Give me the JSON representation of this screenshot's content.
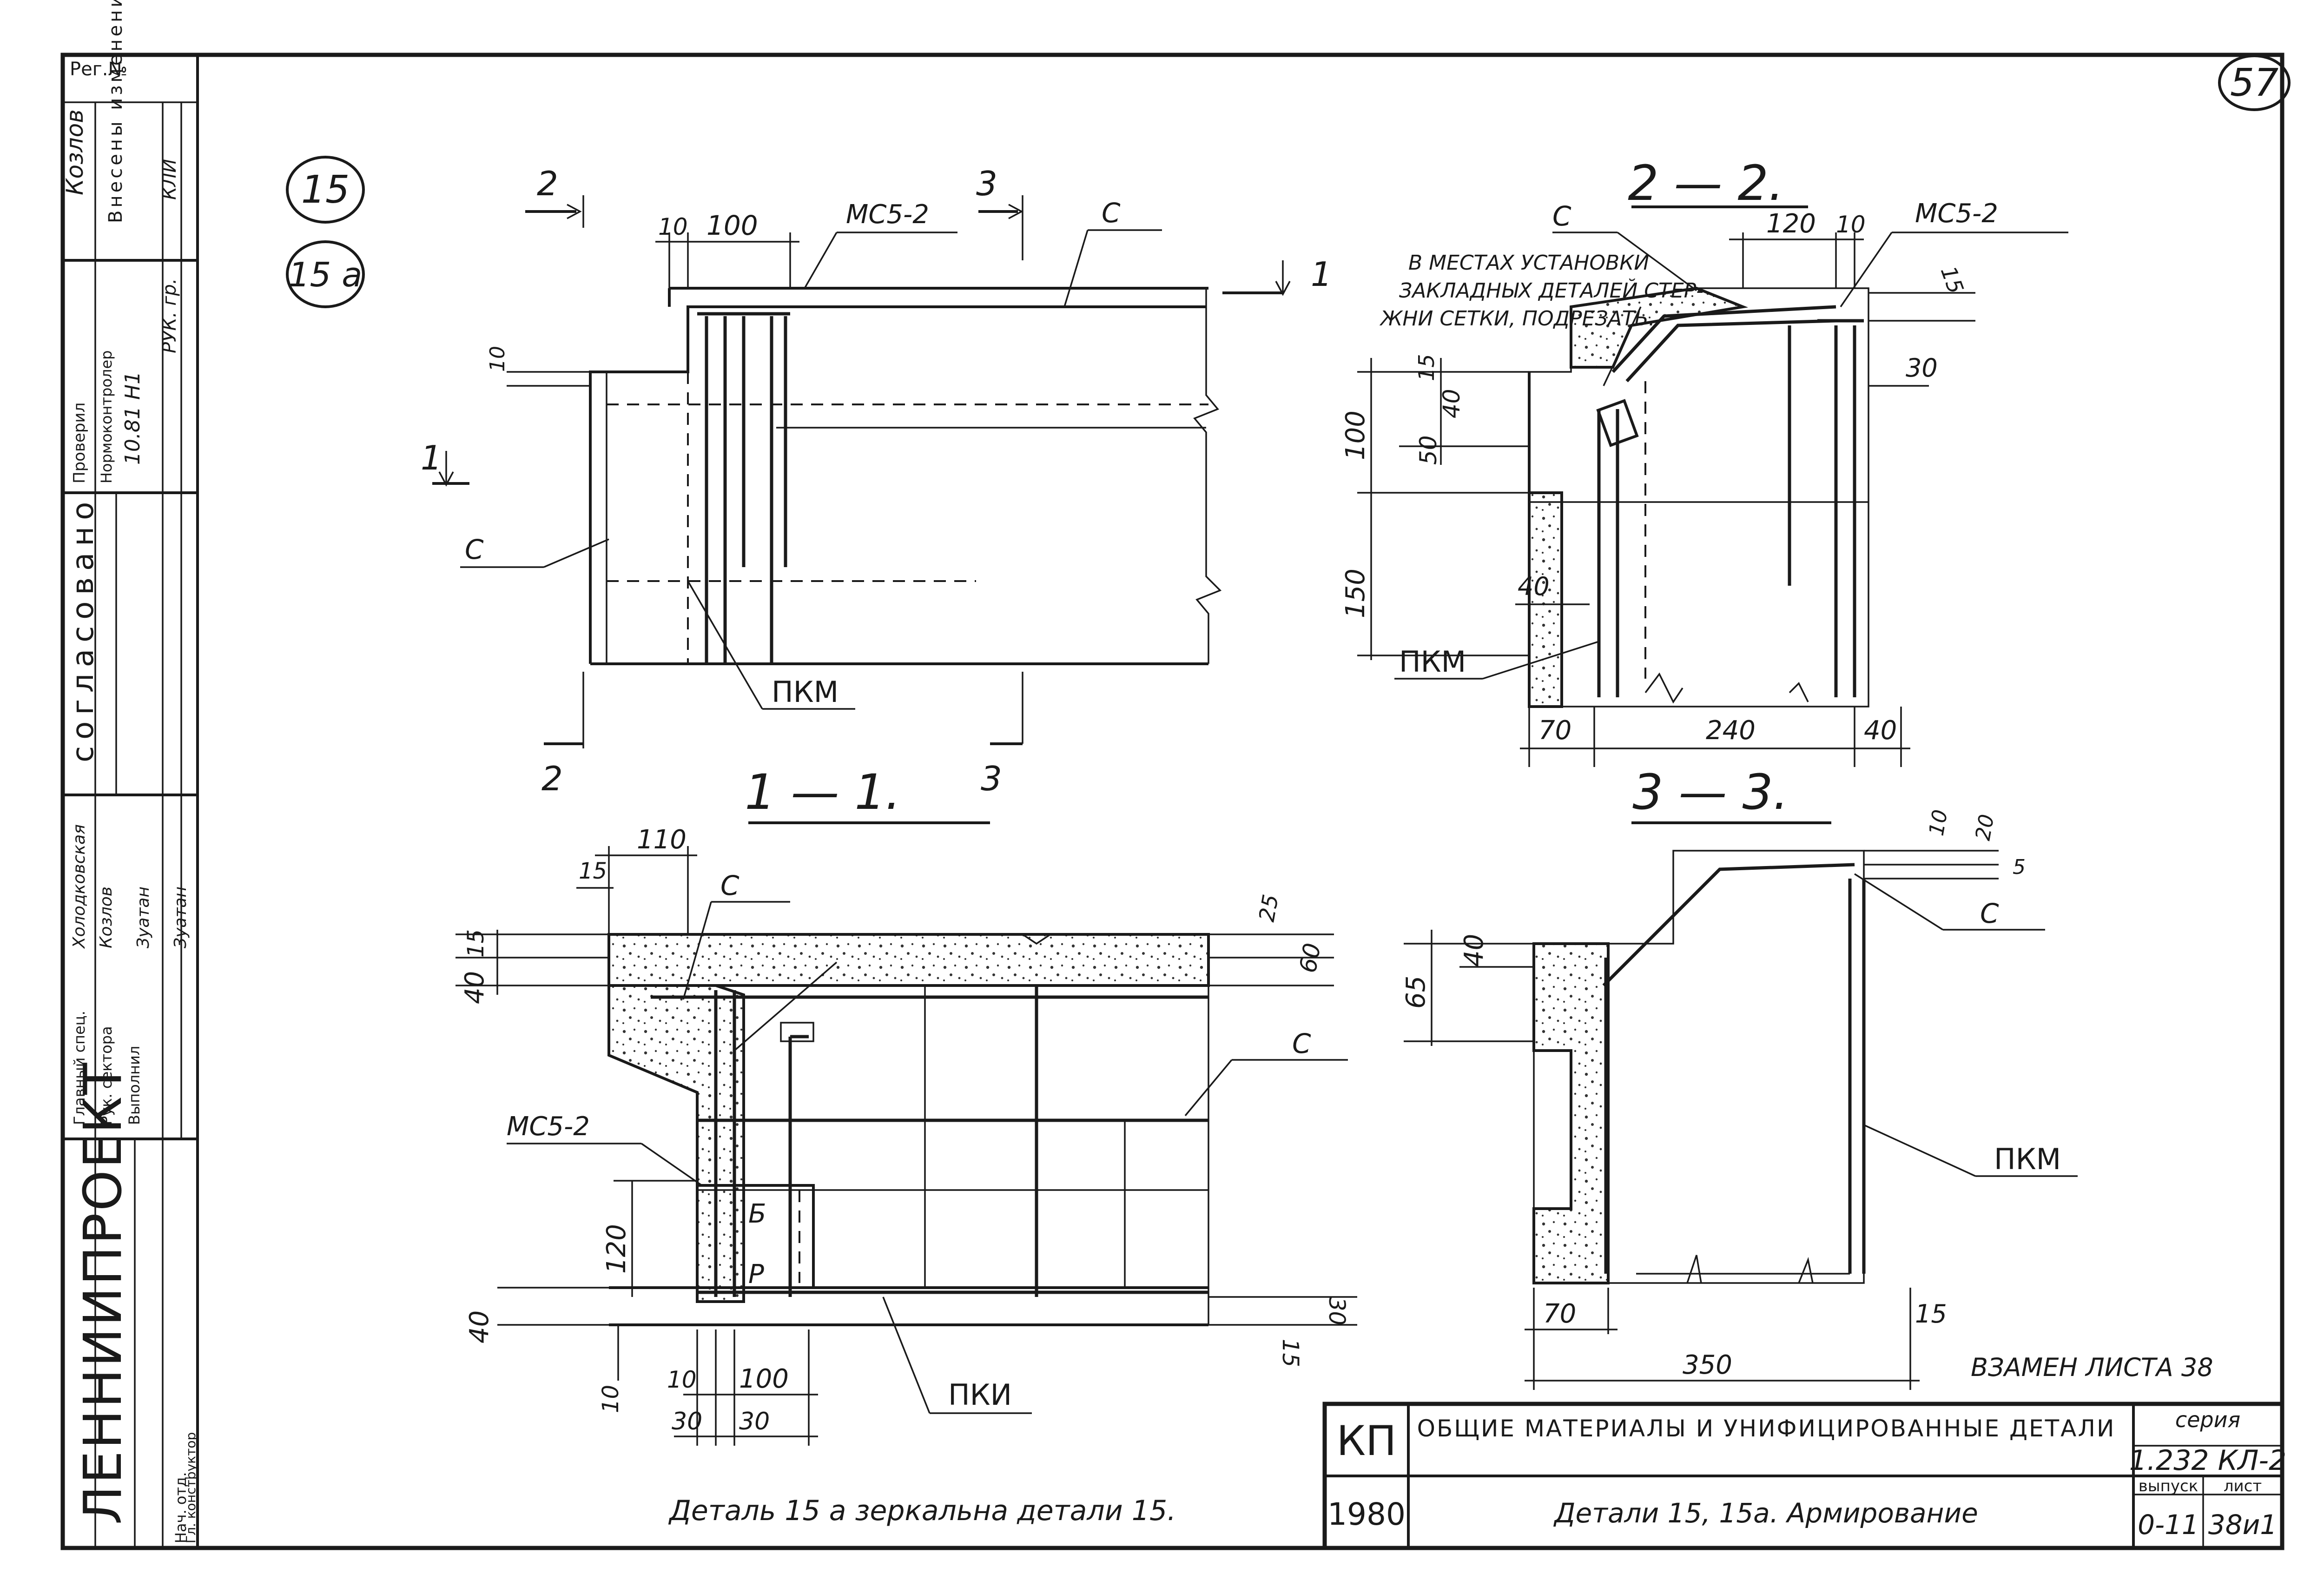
{
  "sheet": {
    "corner_number": "57",
    "detail_badges": [
      "15",
      "15 а"
    ],
    "org_name": "ЛЕННИИПРОЕКТ",
    "series": {
      "label": "серия",
      "value": "1.232 КЛ-2"
    },
    "issue": {
      "label": "выпуск",
      "value": "0-11"
    },
    "sheet_no": {
      "label": "лист",
      "value": "38и1"
    },
    "stamp_code": "КП",
    "stamp_year": "1980",
    "title_main": "ОБЩИЕ МАТЕРИАЛЫ И УНИФИЦИРОВАННЫЕ ДЕТАЛИ",
    "title_sub": "Детали 15, 15а. Армирование",
    "replaces": "ВЗАМЕН ЛИСТА  38",
    "footnote": "Деталь 15 а  зеркальна  детали 15."
  },
  "side_stamp": {
    "ref": "Рег.№",
    "surname": "Козлов",
    "changes_header": "Внесены изменения",
    "agreed": "согласовано",
    "check": "Проверил",
    "norm_control": "Нормоконтролер",
    "chief": "Главный спец.",
    "sector_head": "Рук. сектора",
    "executor": "Выполнил",
    "signer_1": "Холодковская",
    "signer_2": "Козлов",
    "signer_3": "Зуатан",
    "head_dept": "Нач. отд.",
    "chief_constr": "Гл. конструктор",
    "date_code": "10.81",
    "rev_code": "Н1",
    "ruk_code": "РУК. гр.",
    "kli_code": "КЛИ"
  },
  "sections": {
    "s11": {
      "label": "1 — 1."
    },
    "s22": {
      "label": "2 — 2."
    },
    "s33": {
      "label": "3 — 3."
    }
  },
  "plan": {
    "cut_2_top": "2",
    "cut_2_bot": "2",
    "cut_3_top": "3",
    "cut_3_bot": "3",
    "cut_1_left": "1",
    "cut_1_right": "1",
    "dim_10": "10",
    "dim_100": "100",
    "dim_10_v": "10",
    "lbl_mc": "МС5-2",
    "lbl_c_top": "С",
    "lbl_c_left": "С",
    "lbl_pkm": "ПКМ"
  },
  "sec22": {
    "note": [
      "В МЕСТАХ УСТАНОВКИ",
      "ЗАКЛАДНЫХ ДЕТАЛЕЙ СТЕР-",
      "ЖНИ СЕТКИ, ПОДРЕЗАТЬ."
    ],
    "lbl_c": "С",
    "lbl_mc": "МС5-2",
    "lbl_pkm": "ПКМ",
    "dim_120": "120",
    "dim_10": "10",
    "dim_15": "15",
    "dim_30": "30",
    "dim_v15": "15",
    "dim_40": "40",
    "dim_50": "50",
    "dim_100": "100",
    "dim_150": "150",
    "dim_40b": "40",
    "dim_70": "70",
    "dim_240": "240",
    "dim_40r": "40"
  },
  "sec11": {
    "dim_110": "110",
    "dim_15": "15",
    "dim_v15": "15",
    "dim_40": "40",
    "dim_25": "25",
    "dim_60": "60",
    "dim_120": "120",
    "dim_40b": "40",
    "dim_10": "10",
    "dim_30r": "30",
    "dim_15r": "15",
    "dim_b10": "10",
    "dim_b100": "100",
    "dim_b30a": "30",
    "dim_b30b": "30",
    "lbl_c_top": "С",
    "lbl_c_right": "С",
    "lbl_mc": "МС5-2",
    "lbl_pki": "ПКИ",
    "weld_b": "Б",
    "weld_p": "Р"
  },
  "sec33": {
    "dim_10": "10",
    "dim_20": "20",
    "dim_5": "5",
    "dim_40": "40",
    "dim_65": "65",
    "dim_70": "70",
    "dim_350": "350",
    "dim_15": "15",
    "lbl_c": "С",
    "lbl_pkm": "ПКМ"
  }
}
